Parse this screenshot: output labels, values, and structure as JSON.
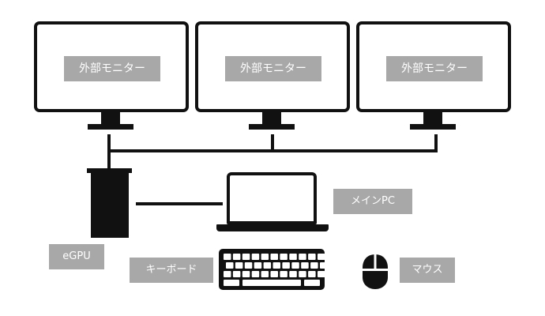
{
  "monitors": [
    {
      "label": "外部モニター"
    },
    {
      "label": "外部モニター"
    },
    {
      "label": "外部モニター"
    }
  ],
  "labels": {
    "main_pc": "メインPC",
    "egpu": "eGPU",
    "keyboard": "キーボード",
    "mouse": "マウス"
  },
  "colors": {
    "outline": "#111111",
    "label_background": "#a8a8a8",
    "label_text": "#ffffff"
  },
  "icons": [
    "monitor-icon",
    "egpu-icon",
    "laptop-icon",
    "keyboard-icon",
    "mouse-icon"
  ]
}
